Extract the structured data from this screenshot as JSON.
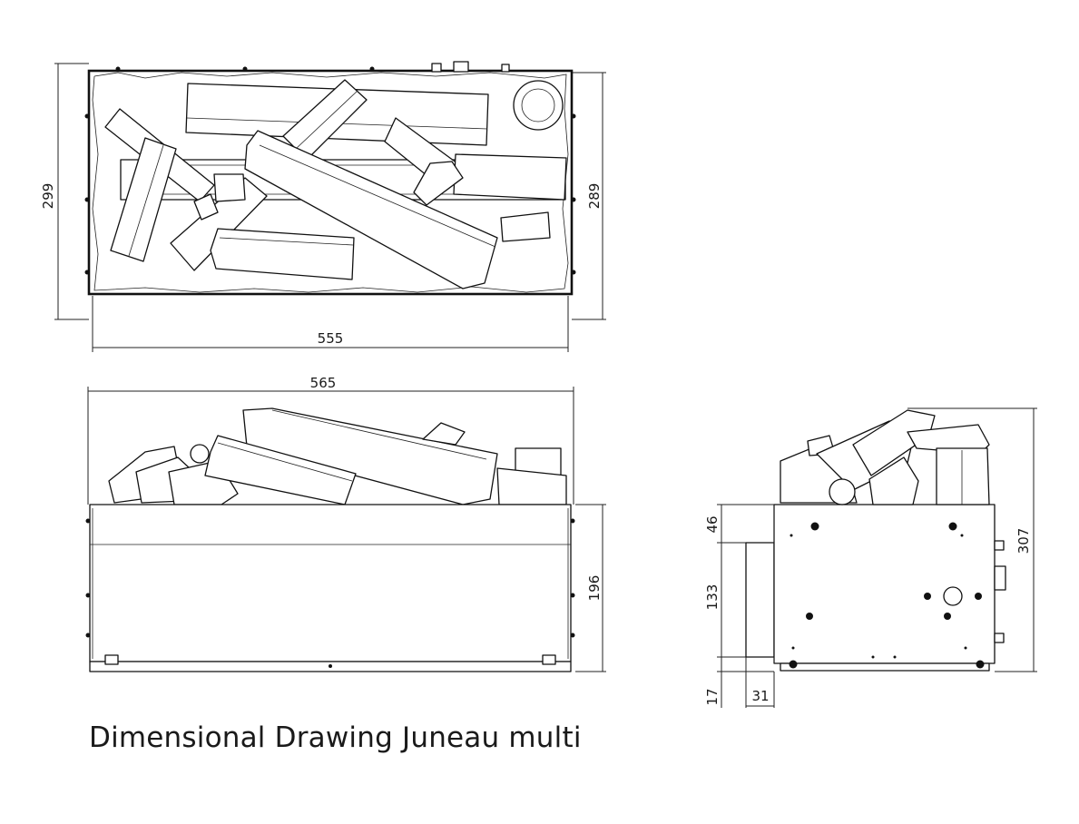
{
  "caption": "Dimensional Drawing Juneau multi",
  "top_view": {
    "width_label": "555",
    "left_height_label": "299",
    "right_height_label": "289"
  },
  "front_view": {
    "width_label": "565",
    "height_label": "196"
  },
  "side_view": {
    "total_height_label": "307",
    "top_band_label": "46",
    "mid_label": "133",
    "bottom_label": "17",
    "depth_label": "31"
  }
}
